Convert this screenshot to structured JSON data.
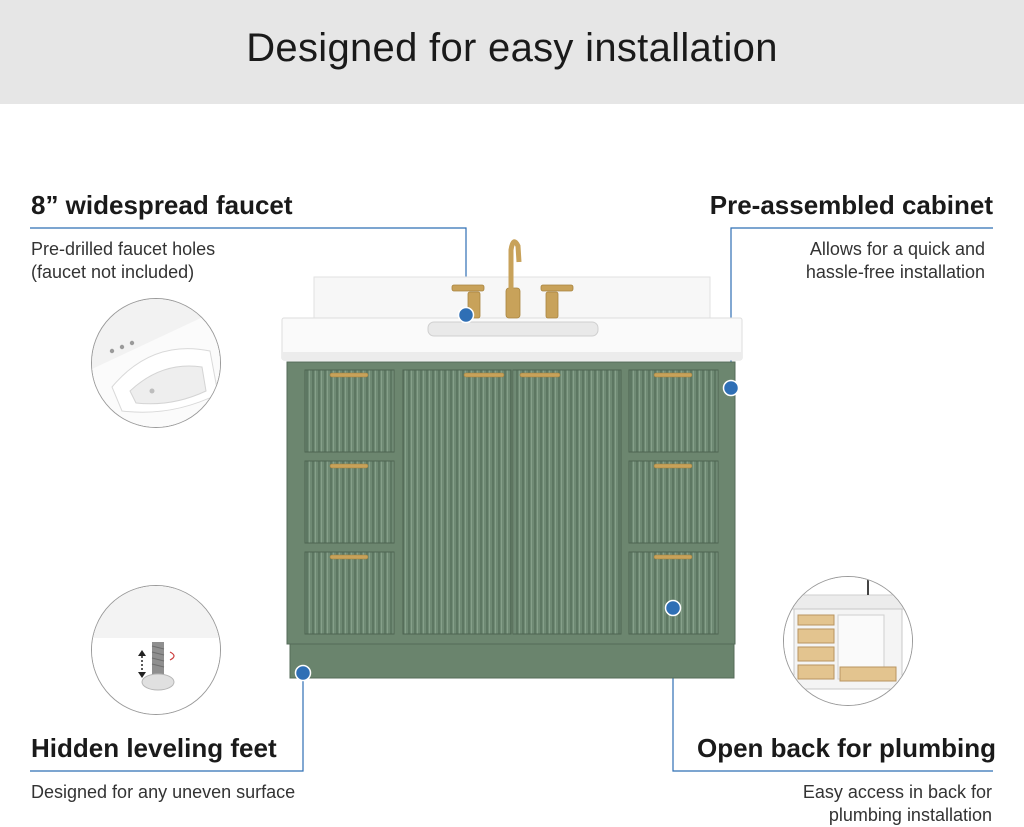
{
  "header": {
    "title": "Designed for easy installation"
  },
  "features": {
    "faucet": {
      "title": "8” widespread faucet",
      "desc_line1": "Pre-drilled faucet holes",
      "desc_line2": "(faucet not included)"
    },
    "cabinet": {
      "title": "Pre-assembled cabinet",
      "desc_line1": "Allows for a quick and",
      "desc_line2": "hassle-free installation"
    },
    "feet": {
      "title": "Hidden leveling feet",
      "desc_line1": "Designed for any uneven surface"
    },
    "back": {
      "title": "Open back for plumbing",
      "desc_line1": "Easy access in back for",
      "desc_line2": "plumbing installation"
    }
  },
  "colors": {
    "cabinet_green": "#6f8a74",
    "accent_blue": "#2f6fb5",
    "brass": "#c8a25a",
    "banner_gray": "#e6e6e6"
  }
}
